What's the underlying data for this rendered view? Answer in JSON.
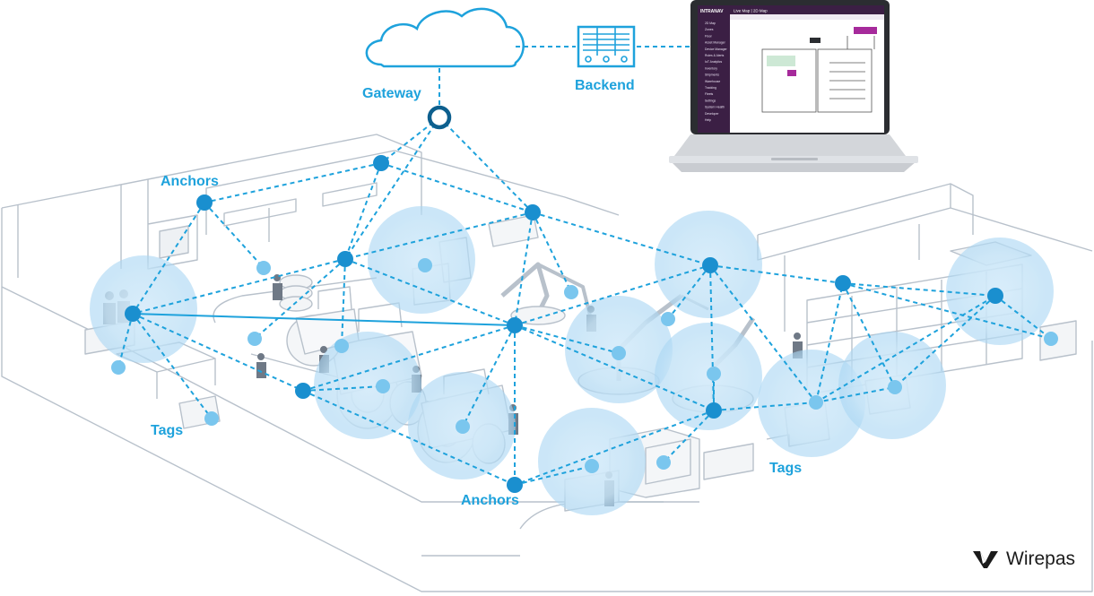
{
  "labels": {
    "gateway": "Gateway",
    "backend": "Backend",
    "anchors_top": "Anchors",
    "anchors_bottom": "Anchors",
    "tags_left": "Tags",
    "tags_right": "Tags"
  },
  "brand": {
    "name": "Wirepas",
    "logo_icon": "wirepas-logo-icon"
  },
  "laptop": {
    "app_name": "INTRANAV",
    "breadcrumb": "Live Map | 2D Map",
    "sidebar_items": [
      "2D Map",
      "Zones",
      "Floor",
      "Asset Manager",
      "Device Manager",
      "Rules & Alerts",
      "IoT Analytics",
      "Inventory",
      "Shipments",
      "Warehouse",
      "Tracking",
      "Fleets",
      "Settings",
      "System Health",
      "Developer",
      "Help"
    ],
    "colors": {
      "sidebar": "#3b1f44",
      "accent": "#a62a9b"
    }
  },
  "colors": {
    "accent": "#1ea2dc",
    "node_dark": "#1a8fcf",
    "node_light": "#7ac6ee",
    "gateway_ring": "#0d5f8e",
    "halo": "#cfe8f8",
    "line_art": "#b3bcc6"
  }
}
